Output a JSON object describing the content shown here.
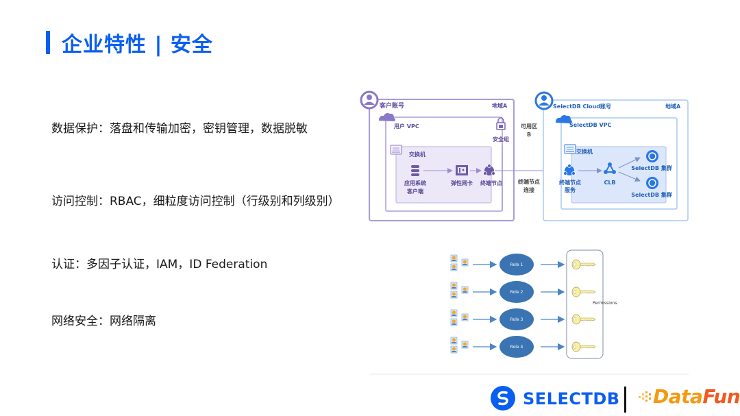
{
  "header": {
    "title": "企业特性 | 安全"
  },
  "bullets": [
    "数据保护：落盘和传输加密，密钥管理，数据脱敏",
    "访问控制：RBAC，细粒度访问控制（行级别和列级别）",
    "认证：多因子认证，IAM，ID Federation",
    "网络安全：网络隔离"
  ],
  "network_diagram": {
    "left_account": {
      "label": "客户账号",
      "region": "地域A",
      "vpc_label": "用户 VPC",
      "security_group": "安全组",
      "switch_label": "交换机",
      "app_client_line1": "应用系统",
      "app_client_line2": "客户端",
      "eni": "弹性网卡",
      "endpoint": "终端节点"
    },
    "middle": {
      "zone_line1": "可用区",
      "zone_line2": "B",
      "conn_line1": "终端节点",
      "conn_line2": "连接"
    },
    "right_account": {
      "label": "SelectDB Cloud账号",
      "region": "地域A",
      "vpc_label": "SelectDB VPC",
      "switch_label": "交换机",
      "endpoint_service_line1": "终端节点",
      "endpoint_service_line2": "服务",
      "clb": "CLB",
      "cluster1": "SelectDB 集群",
      "cluster2": "SelectDB 集群"
    },
    "colors": {
      "left_accent": "#8a78c8",
      "right_accent": "#2a78e4"
    }
  },
  "rbac_diagram": {
    "roles": [
      "Role 1",
      "Role 2",
      "Role 3",
      "Role 4"
    ],
    "permissions_label": "Permissions",
    "role_color": "#3b74b2",
    "arrow_color": "#4a86c5",
    "key_color": "#f6f0a8"
  },
  "footer": {
    "selectdb_logo_text": "SELECTDB",
    "datafun_part1": "Data",
    "datafun_part2": "Fun.",
    "brand_blue": "#0a5ef0",
    "datafun_orange": "#f39a12"
  }
}
